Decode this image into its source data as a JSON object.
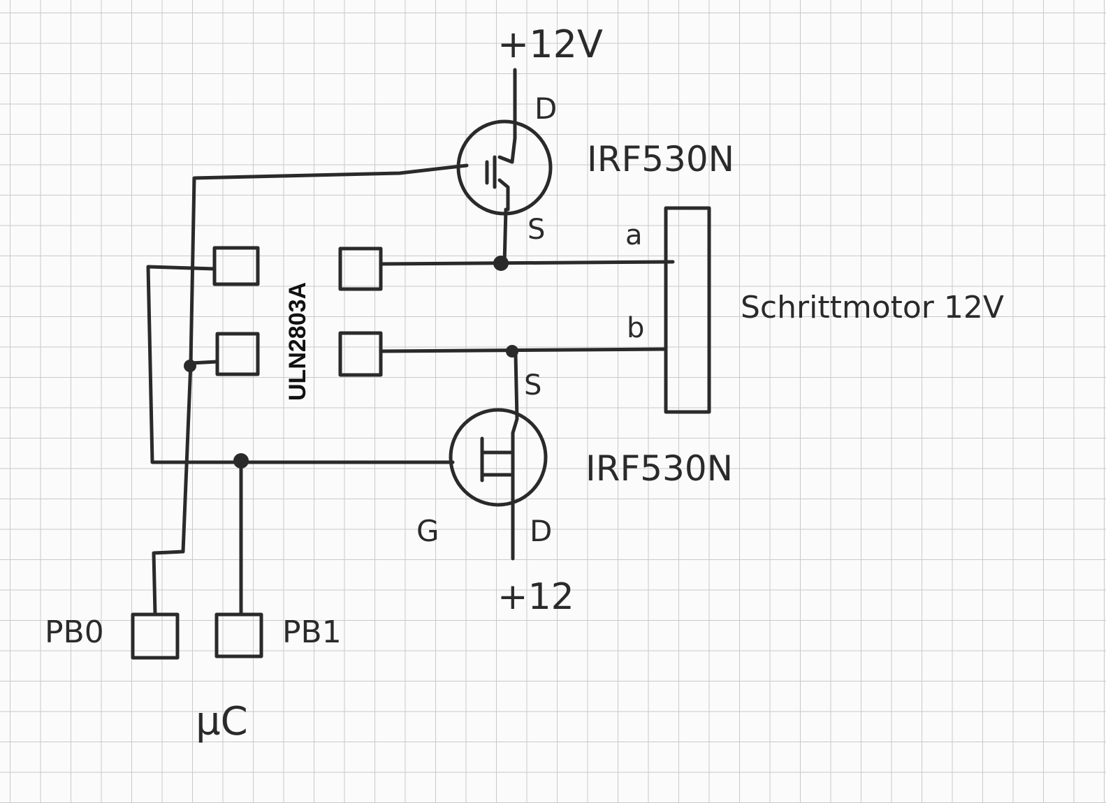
{
  "labels": {
    "supply_top": "+12V",
    "supply_bottom": "+12",
    "mosfet_top": "IRF530N",
    "mosfet_bottom": "IRF530N",
    "top_drain": "D",
    "top_source": "S",
    "bottom_source": "S",
    "bottom_gate": "G",
    "bottom_drain": "D",
    "driver_chip": "ULN2803A",
    "motor": "Schrittmotor 12V",
    "coil_a": "a",
    "coil_b": "b",
    "pin_pb0": "PB0",
    "pin_pb1": "PB1",
    "controller": "µC"
  },
  "colors": {
    "ink": "#2a2a2a",
    "grid": "#c9c9c9",
    "paper": "#fbfbfb"
  }
}
